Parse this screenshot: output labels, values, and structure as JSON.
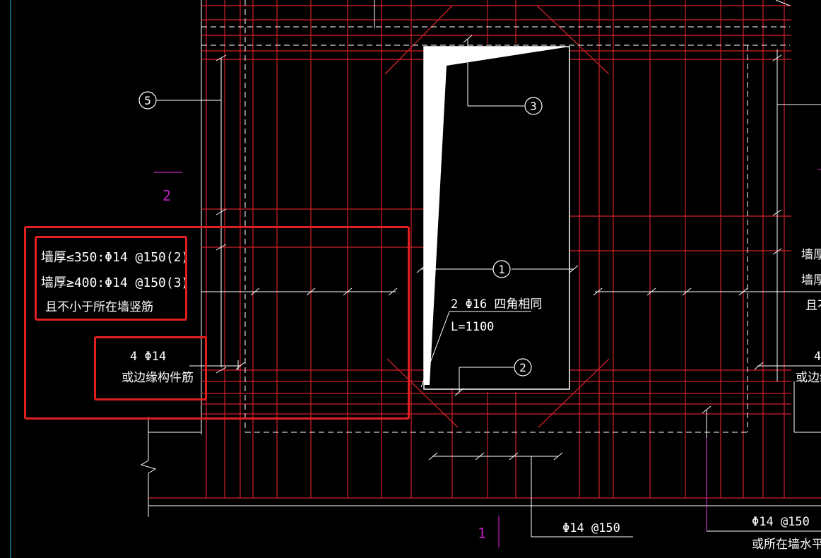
{
  "colors": {
    "background": "#000000",
    "rebar": "#d0202a",
    "lines": "#ffffff",
    "section_mark": "#c020c0",
    "frame_edge": "#20c0d0",
    "highlight": "#e02020"
  },
  "annotations": {
    "wall_rule_1": "墙厚≤350:Φ14 @150(2)",
    "wall_rule_2": "墙厚≥400:Φ14 @150(3)",
    "wall_rule_3": "且不小于所在墙竖筋",
    "corner_bar_count": "4 Φ14",
    "corner_bar_alt": "或边缘构件筋",
    "diag_bar": "2 Φ16 四角相同",
    "diag_length": "L=1100",
    "bottom_bar": "Φ14 @150",
    "right_bar": "Φ14 @150",
    "right_bar_alt": "或所在墙水平筋",
    "right_cut_1": "墙厚",
    "right_cut_2": "墙厚",
    "right_cut_3": "且不",
    "right_cut_4": "4",
    "right_cut_5": "或边缘"
  },
  "markers": {
    "m1": "1",
    "m2": "2",
    "m3": "3",
    "m5": "5"
  },
  "section_marks": {
    "top": "2",
    "bottom": "1"
  }
}
